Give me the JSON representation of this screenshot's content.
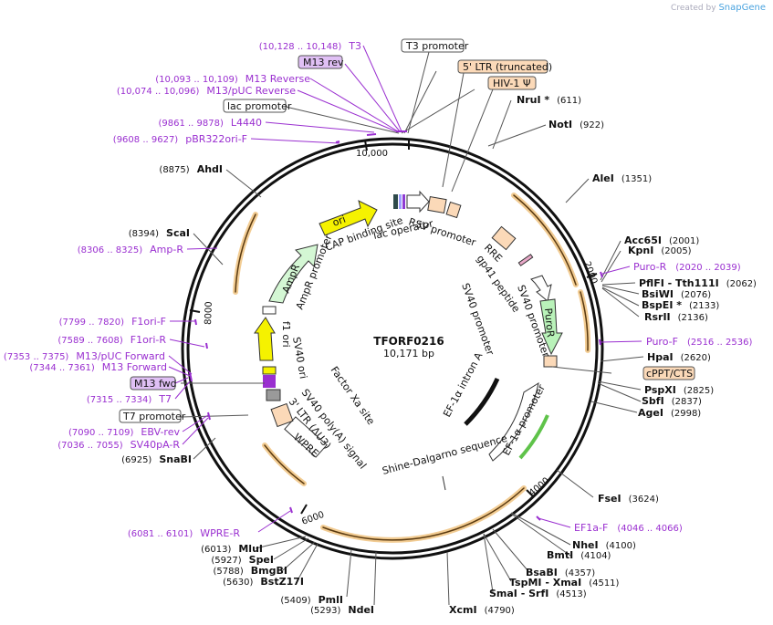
{
  "header": {
    "created_by": "Created by",
    "brand": "SnapGene"
  },
  "plasmid": {
    "name": "TFORF0216",
    "length": "10,171 bp"
  },
  "ticks": [
    "2000",
    "4000",
    "6000",
    "8000",
    "10,000"
  ],
  "sites": [
    {
      "name": "NruI *",
      "pos": "(611)"
    },
    {
      "name": "NotI",
      "pos": "(922)"
    },
    {
      "name": "AleI",
      "pos": "(1351)"
    },
    {
      "name": "Acc65I",
      "pos": "(2001)"
    },
    {
      "name": "KpnI",
      "pos": "(2005)"
    },
    {
      "name": "PflFI - Tth111I",
      "pos": "(2062)"
    },
    {
      "name": "BsiWI",
      "pos": "(2076)"
    },
    {
      "name": "BspEI *",
      "pos": "(2133)"
    },
    {
      "name": "RsrII",
      "pos": "(2136)"
    },
    {
      "name": "HpaI",
      "pos": "(2620)"
    },
    {
      "name": "PspXI",
      "pos": "(2825)"
    },
    {
      "name": "SbfI",
      "pos": "(2837)"
    },
    {
      "name": "AgeI",
      "pos": "(2998)"
    },
    {
      "name": "FseI",
      "pos": "(3624)"
    },
    {
      "name": "NheI",
      "pos": "(4100)"
    },
    {
      "name": "BmtI",
      "pos": "(4104)"
    },
    {
      "name": "BsaBI",
      "pos": "(4357)"
    },
    {
      "name": "TspMI - XmaI",
      "pos": "(4511)"
    },
    {
      "name": "SmaI - SrfI",
      "pos": "(4513)"
    },
    {
      "name": "XcmI",
      "pos": "(4790)"
    },
    {
      "name": "NdeI",
      "pos": "(5293)"
    },
    {
      "name": "PmlI",
      "pos": "(5409)"
    },
    {
      "name": "BstZ17I",
      "pos": "(5630)"
    },
    {
      "name": "BmgBI",
      "pos": "(5788)"
    },
    {
      "name": "SpeI",
      "pos": "(5927)"
    },
    {
      "name": "MluI",
      "pos": "(6013)"
    },
    {
      "name": "SnaBI",
      "pos": "(6925)"
    },
    {
      "name": "ScaI",
      "pos": "(8394)"
    },
    {
      "name": "AhdI",
      "pos": "(8875)"
    }
  ],
  "primers": [
    {
      "name": "T3",
      "pos": "(10,128 .. 10,148)"
    },
    {
      "name": "M13 Reverse",
      "pos": "(10,093 .. 10,109)"
    },
    {
      "name": "M13/pUC Reverse",
      "pos": "(10,074 .. 10,096)"
    },
    {
      "name": "L4440",
      "pos": "(9861 .. 9878)"
    },
    {
      "name": "pBR322ori-F",
      "pos": "(9608 .. 9627)"
    },
    {
      "name": "Amp-R",
      "pos": "(8306 .. 8325)"
    },
    {
      "name": "F1ori-F",
      "pos": "(7799 .. 7820)"
    },
    {
      "name": "F1ori-R",
      "pos": "(7589 .. 7608)"
    },
    {
      "name": "M13/pUC Forward",
      "pos": "(7353 .. 7375)"
    },
    {
      "name": "M13 Forward",
      "pos": "(7344 .. 7361)"
    },
    {
      "name": "T7",
      "pos": "(7315 .. 7334)"
    },
    {
      "name": "EBV-rev",
      "pos": "(7090 .. 7109)"
    },
    {
      "name": "SV40pA-R",
      "pos": "(7036 .. 7055)"
    },
    {
      "name": "WPRE-R",
      "pos": "(6081 .. 6101)"
    },
    {
      "name": "EF1a-F",
      "pos": "(4046 .. 4066)"
    },
    {
      "name": "Puro-R",
      "pos": "(2020 .. 2039)"
    },
    {
      "name": "Puro-F",
      "pos": "(2516 .. 2536)"
    }
  ],
  "boxed_labels": {
    "t3_promoter": "T3 promoter",
    "m13_rev": "M13 rev",
    "ltr5": "5' LTR (truncated)",
    "hiv1": "HIV-1 Ψ",
    "lac_promoter": "lac promoter",
    "cppt": "cPPT/CTS",
    "m13_fwd": "M13 fwd",
    "t7_promoter": "T7 promoter"
  },
  "features": {
    "ori": "ori",
    "cap": "CAP binding site",
    "lac_operator": "lac operator",
    "rsv": "RSV promoter",
    "rre": "RRE",
    "gp41": "gp41 peptide",
    "sv40_promoter_a": "SV40 promoter",
    "sv40_promoter_b": "SV40 promoter",
    "puror": "PuroR",
    "ampr": "AmpR",
    "ampr_promoter": "AmpR promoter",
    "f1ori": "f1 ori",
    "sv40ori": "SV40 ori",
    "factor_xa": "Factor Xa site",
    "sv40polya": "SV40 poly(A) signal",
    "ltr3": "3' LTR (ΔU3)",
    "wpre": "WPRE",
    "shine": "Shine-Dalgarno sequence",
    "ef1a_intron": "EF-1α intron A",
    "ef1a_promoter": "EF-1α promoter"
  },
  "colors": {
    "backbone": "#111111",
    "primer": "#9a2fd0",
    "orf_outline": "#e8a33a",
    "ori_fill": "#f5f200",
    "ltr_fill": "#fbd9b8",
    "ampr_fill": "#d4f7d4",
    "puror_fill": "#b9f2b9",
    "primer_box": "#e0c0f5"
  }
}
